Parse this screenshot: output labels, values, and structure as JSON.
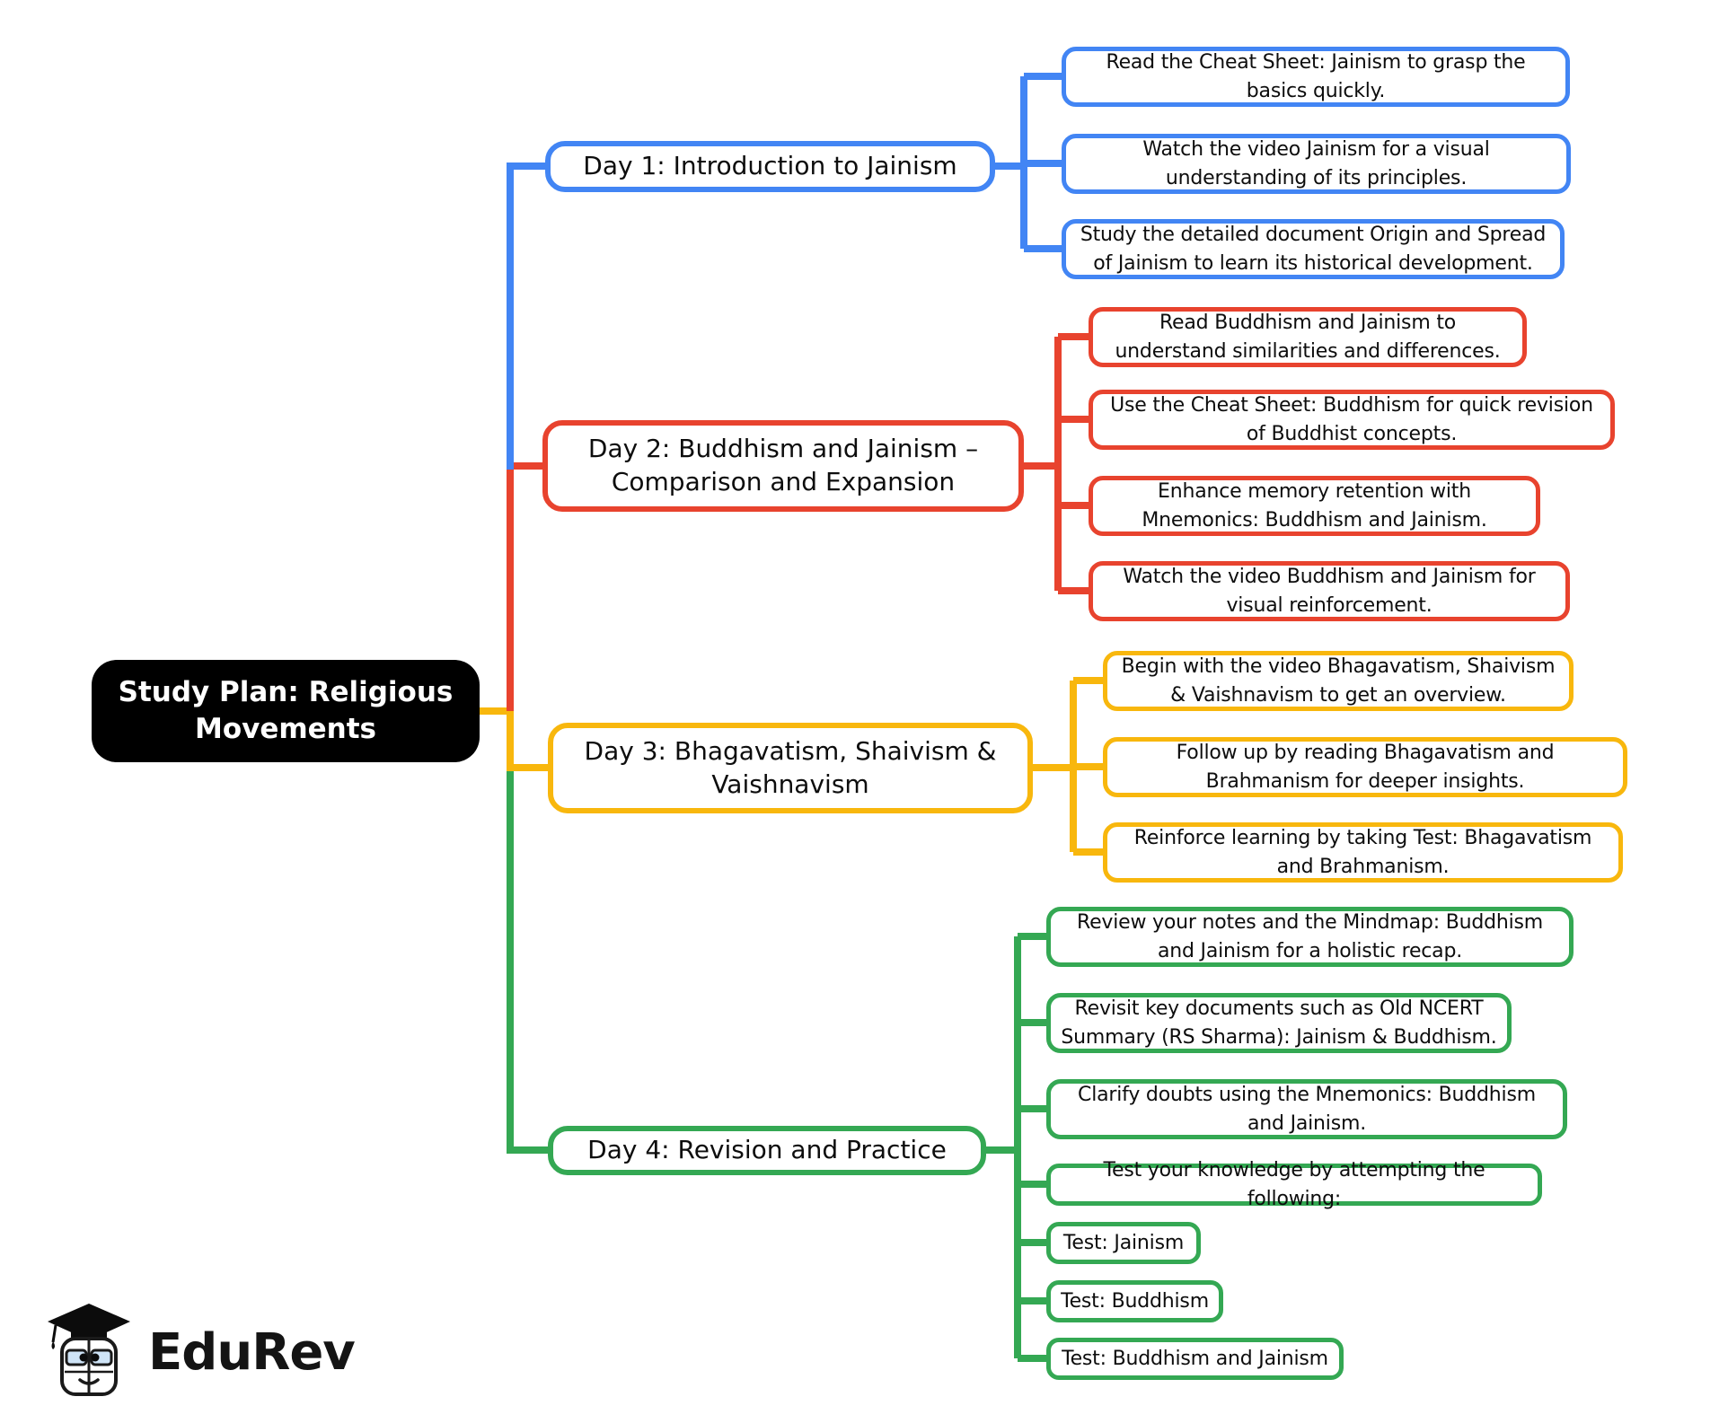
{
  "root": {
    "label": "Study Plan: Religious Movements"
  },
  "branches": [
    {
      "label": "Day 1: Introduction to Jainism",
      "color": "#4285F4",
      "items": [
        "Read the Cheat Sheet: Jainism to grasp the basics quickly.",
        "Watch the video Jainism for a visual understanding of its principles.",
        "Study the detailed document Origin and Spread of Jainism to learn its historical development."
      ]
    },
    {
      "label": "Day 2: Buddhism and Jainism – Comparison and Expansion",
      "color": "#E8432E",
      "items": [
        "Read Buddhism and Jainism to understand similarities and differences.",
        "Use the Cheat Sheet: Buddhism for quick revision of Buddhist concepts.",
        "Enhance memory retention with Mnemonics: Buddhism and Jainism.",
        "Watch the video Buddhism and Jainism for visual reinforcement."
      ]
    },
    {
      "label": "Day 3: Bhagavatism, Shaivism & Vaishnavism",
      "color": "#F8B70D",
      "items": [
        "Begin with the video Bhagavatism, Shaivism & Vaishnavism to get an overview.",
        "Follow up by reading Bhagavatism and Brahmanism for deeper insights.",
        "Reinforce learning by taking Test: Bhagavatism and Brahmanism."
      ]
    },
    {
      "label": "Day 4: Revision and Practice",
      "color": "#34A853",
      "items": [
        "Review your notes and the Mindmap: Buddhism and Jainism for a holistic recap.",
        "Revisit key documents such as Old NCERT Summary (RS Sharma): Jainism & Buddhism.",
        "Clarify doubts using the Mnemonics: Buddhism and Jainism.",
        "Test your knowledge by attempting the following:",
        "Test: Jainism",
        "Test: Buddhism",
        "Test: Buddhism and Jainism"
      ]
    }
  ],
  "logo": {
    "brand": "EduRev"
  }
}
